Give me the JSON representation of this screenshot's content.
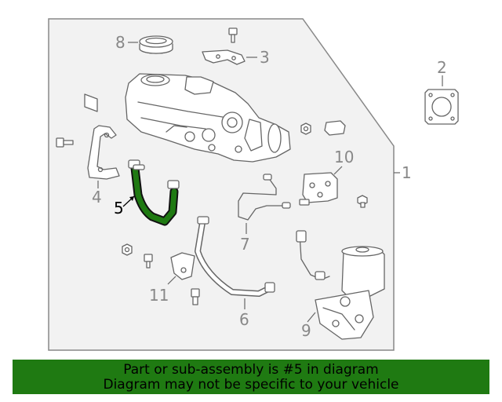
{
  "callouts": {
    "c1": "1",
    "c2": "2",
    "c3": "3",
    "c4": "4",
    "c5": "5",
    "c6": "6",
    "c7": "7",
    "c8": "8",
    "c9": "9",
    "c10": "10",
    "c11": "11"
  },
  "highlight_color": "#1f7a12",
  "banner": {
    "line1": "Part or sub-assembly is #5 in diagram",
    "line2": "Diagram may not be specific to your vehicle",
    "color": "#1f7a12"
  }
}
